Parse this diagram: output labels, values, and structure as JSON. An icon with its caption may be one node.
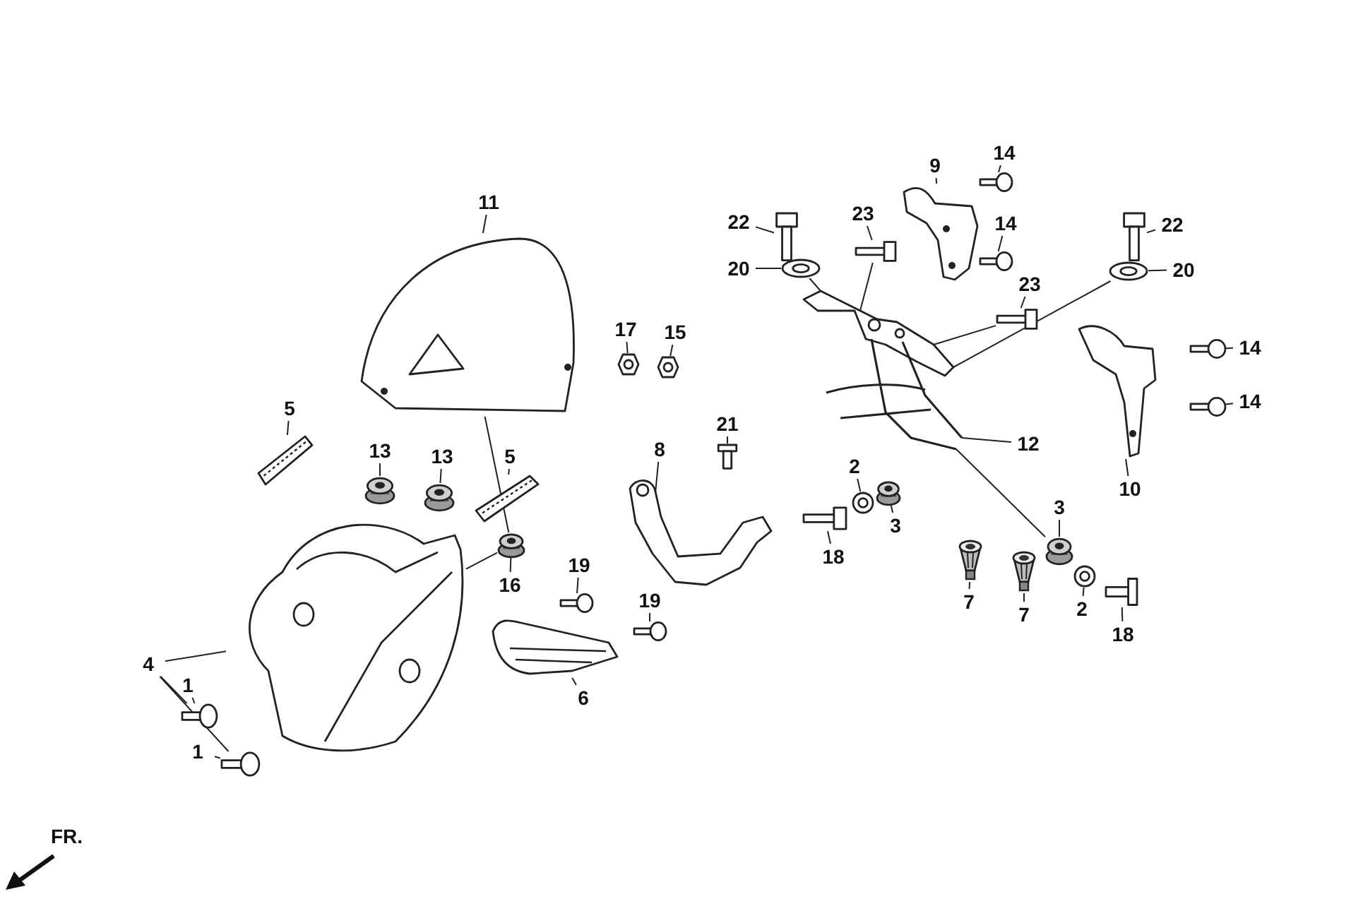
{
  "diagram": {
    "nodes": [
      {
        "text": [
          "11"
        ]
      },
      {
        "text": [
          "22"
        ]
      },
      {
        "text": [
          "23"
        ]
      },
      {
        "text": [
          "9"
        ]
      },
      {
        "text": [
          "14"
        ]
      },
      {
        "text": [
          "14"
        ]
      },
      {
        "text": [
          "22"
        ]
      },
      {
        "text": [
          "20"
        ]
      },
      {
        "text": [
          "23"
        ]
      },
      {
        "text": [
          "20"
        ]
      },
      {
        "text": [
          "17"
        ]
      },
      {
        "text": [
          "15"
        ]
      },
      {
        "text": [
          "14"
        ]
      },
      {
        "text": [
          "14"
        ]
      },
      {
        "text": [
          "5"
        ]
      },
      {
        "text": [
          "13"
        ]
      },
      {
        "text": [
          "13"
        ]
      },
      {
        "text": [
          "5"
        ]
      },
      {
        "text": [
          "8"
        ]
      },
      {
        "text": [
          "21"
        ]
      },
      {
        "text": [
          "12"
        ]
      },
      {
        "text": [
          "10"
        ]
      },
      {
        "text": [
          "2"
        ]
      },
      {
        "text": [
          "3"
        ]
      },
      {
        "text": [
          "3"
        ]
      },
      {
        "text": [
          "16"
        ]
      },
      {
        "text": [
          "19"
        ]
      },
      {
        "text": [
          "19"
        ]
      },
      {
        "text": [
          "18"
        ]
      },
      {
        "text": [
          "7"
        ]
      },
      {
        "text": [
          "7"
        ]
      },
      {
        "text": [
          "2"
        ]
      },
      {
        "text": [
          "18"
        ]
      },
      {
        "text": [
          "4"
        ]
      },
      {
        "text": [
          "6"
        ]
      },
      {
        "text": [
          "1"
        ]
      },
      {
        "text": [
          "1"
        ]
      },
      {
        "text": [],
        "shape": "picture"
      },
      {
        "text": [],
        "shape": "picture"
      },
      {
        "text": [],
        "shape": "picture"
      },
      {
        "text": [],
        "shape": "picture"
      },
      {
        "text": [],
        "shape": "picture"
      },
      {
        "text": [],
        "shape": "picture"
      },
      {
        "text": [],
        "shape": "picture"
      },
      {
        "text": [],
        "shape": "picture"
      },
      {
        "text": [],
        "shape": "picture"
      },
      {
        "text": [],
        "shape": "picture"
      },
      {
        "text": [],
        "shape": "picture"
      },
      {
        "text": [],
        "shape": "picture"
      },
      {
        "text": [],
        "shape": "picture"
      },
      {
        "text": [],
        "shape": "picture"
      },
      {
        "text": [],
        "shape": "picture"
      },
      {
        "text": [],
        "shape": "picture"
      },
      {
        "text": [],
        "shape": "picture"
      },
      {
        "text": [],
        "shape": "picture"
      },
      {
        "text": [],
        "shape": "picture"
      },
      {
        "text": [],
        "shape": "picture"
      },
      {
        "text": [],
        "shape": "picture"
      },
      {
        "text": [],
        "shape": "picture"
      },
      {
        "text": [],
        "shape": "picture"
      },
      {
        "text": [],
        "shape": "picture"
      },
      {
        "text": [],
        "shape": "picture"
      },
      {
        "text": [],
        "shape": "picture"
      },
      {
        "text": [],
        "shape": "picture"
      },
      {
        "text": [],
        "shape": "picture"
      },
      {
        "text": [],
        "shape": "picture"
      },
      {
        "text": [],
        "shape": "picture"
      },
      {
        "text": [],
        "shape": "picture"
      },
      {
        "text": [],
        "shape": "picture"
      },
      {
        "text": [],
        "shape": "picture"
      },
      {
        "text": [],
        "shape": "picture"
      },
      {
        "text": [],
        "shape": "picture"
      },
      {
        "text": [],
        "shape": "picture"
      },
      {
        "text": [],
        "shape": "picture"
      }
    ],
    "edges": [
      {
        "from": 0,
        "to": 37,
        "arrow": "none"
      },
      {
        "from": 1,
        "to": 38,
        "arrow": "none"
      },
      {
        "from": 2,
        "to": 39,
        "arrow": "none"
      },
      {
        "from": 3,
        "to": 40,
        "arrow": "none"
      },
      {
        "from": 4,
        "to": 41,
        "arrow": "none"
      },
      {
        "from": 5,
        "to": 42,
        "arrow": "none"
      },
      {
        "from": 6,
        "to": 43,
        "arrow": "none"
      },
      {
        "from": 7,
        "to": 44,
        "arrow": "none"
      },
      {
        "from": 8,
        "to": 45,
        "arrow": "none"
      },
      {
        "from": 9,
        "to": 46,
        "arrow": "none"
      },
      {
        "from": 10,
        "to": 47,
        "arrow": "none"
      },
      {
        "from": 11,
        "to": 48,
        "arrow": "none"
      },
      {
        "from": 12,
        "to": 49,
        "arrow": "none"
      },
      {
        "from": 13,
        "to": 50,
        "arrow": "none"
      },
      {
        "from": 14,
        "to": 51,
        "arrow": "none"
      },
      {
        "from": 15,
        "to": 52,
        "arrow": "none"
      },
      {
        "from": 16,
        "to": 53,
        "arrow": "none"
      },
      {
        "from": 17,
        "to": 54,
        "arrow": "none"
      },
      {
        "from": 18,
        "to": 55,
        "arrow": "none"
      },
      {
        "from": 19,
        "to": 56,
        "arrow": "none"
      },
      {
        "from": 20,
        "to": 57,
        "arrow": "none"
      },
      {
        "from": 21,
        "to": 58,
        "arrow": "none"
      },
      {
        "from": 22,
        "to": 59,
        "arrow": "none"
      },
      {
        "from": 23,
        "to": 60,
        "arrow": "none"
      },
      {
        "from": 24,
        "to": 61,
        "arrow": "none"
      },
      {
        "from": 25,
        "to": 62,
        "arrow": "none"
      },
      {
        "from": 26,
        "to": 63,
        "arrow": "none"
      },
      {
        "from": 27,
        "to": 64,
        "arrow": "none"
      },
      {
        "from": 28,
        "to": 65,
        "arrow": "none"
      },
      {
        "from": 29,
        "to": 66,
        "arrow": "none"
      },
      {
        "from": 30,
        "to": 67,
        "arrow": "none"
      },
      {
        "from": 31,
        "to": 68,
        "arrow": "none"
      },
      {
        "from": 32,
        "to": 69,
        "arrow": "none"
      },
      {
        "from": 33,
        "to": 70,
        "arrow": "none"
      },
      {
        "from": 33,
        "to": 72,
        "arrow": "none"
      },
      {
        "from": 33,
        "to": 73,
        "arrow": "none"
      },
      {
        "from": 34,
        "to": 71,
        "arrow": "none"
      },
      {
        "from": 35,
        "to": 72,
        "arrow": "none"
      },
      {
        "from": 36,
        "to": 73,
        "arrow": "none"
      },
      {
        "from": 37,
        "to": 62,
        "arrow": "none"
      },
      {
        "from": 62,
        "to": 70,
        "arrow": "none"
      },
      {
        "from": 44,
        "to": 57,
        "arrow": "none"
      },
      {
        "from": 39,
        "to": 57,
        "arrow": "none"
      },
      {
        "from": 45,
        "to": 57,
        "arrow": "none"
      },
      {
        "from": 46,
        "to": 57,
        "arrow": "none"
      },
      {
        "from": 61,
        "to": 57,
        "arrow": "none"
      }
    ],
    "labels": [
      "FR."
    ]
  }
}
